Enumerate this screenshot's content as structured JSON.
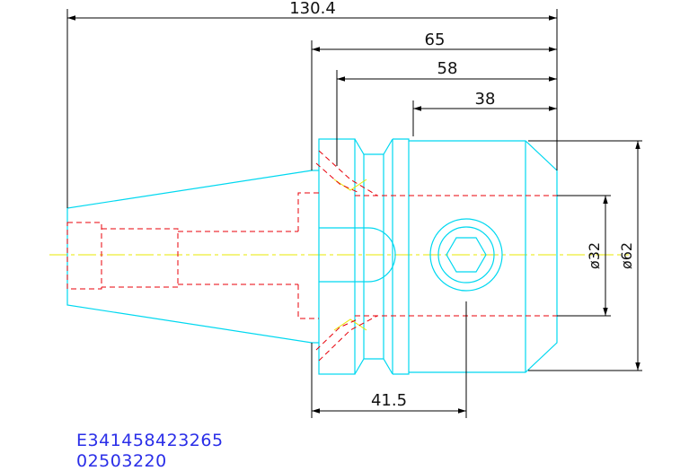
{
  "dimensions": {
    "total_length": "130.4",
    "length_65": "65",
    "length_58": "58",
    "length_38": "38",
    "length_41_5": "41.5",
    "diameter_32": "ø32",
    "diameter_62": "ø62"
  },
  "codes": {
    "line1": "E341458423265",
    "line2": "02503220"
  },
  "colors": {
    "outline": "#00d8f0",
    "hidden": "#e8000a",
    "centerline": "#e8e800",
    "dimension": "#000000",
    "code_text": "#2a2ee8"
  }
}
